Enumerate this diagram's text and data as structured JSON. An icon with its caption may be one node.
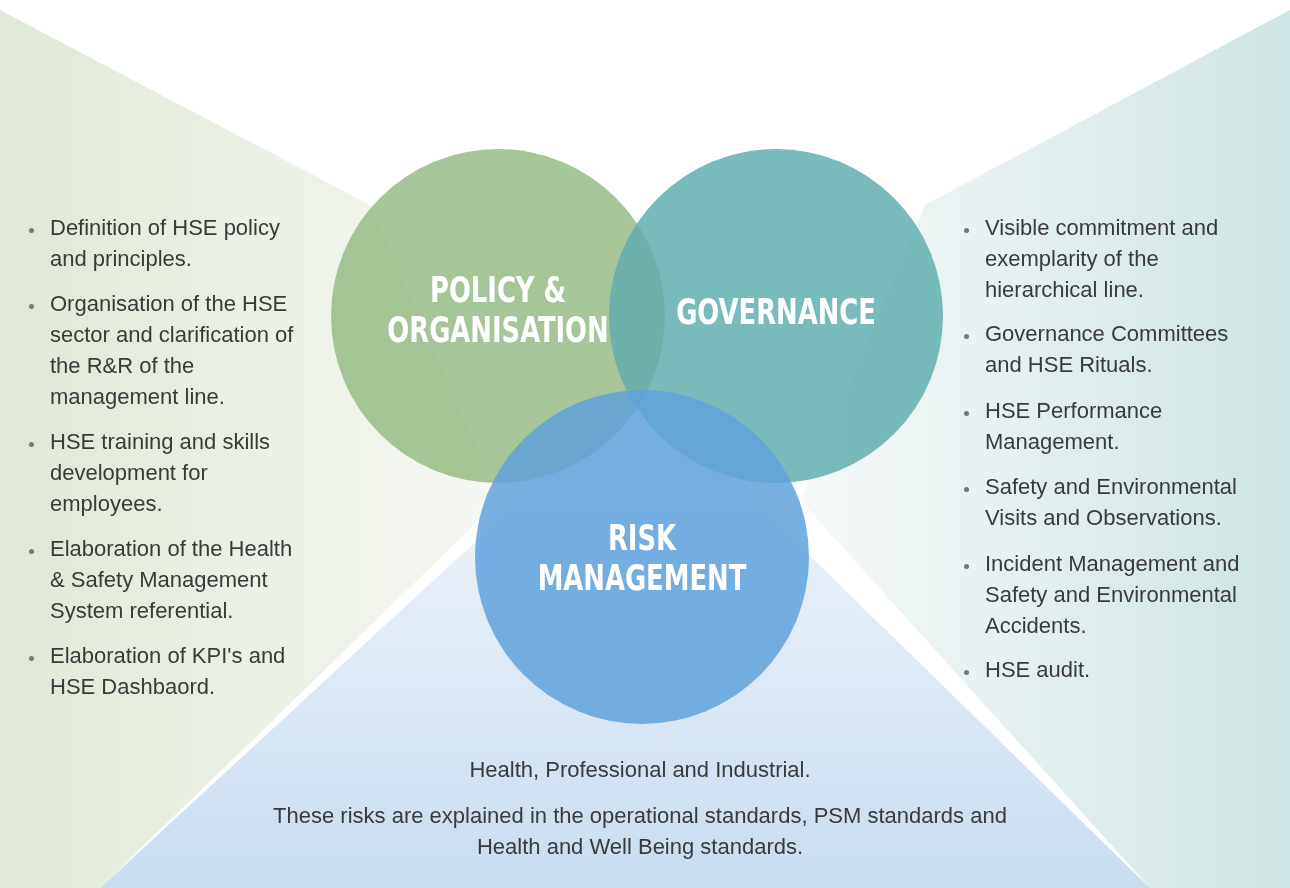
{
  "diagram": {
    "nodes": [
      {
        "text": [
          "Definition of HSE policy and principles.",
          "Organisation of the HSE sector and clarification of the R&R of the management line.",
          "HSE training and skills development for employees.",
          "Elaboration of the Health & Safety Management System referential.",
          "Elaboration of KPI's and HSE Dashbaord."
        ]
      },
      {
        "text": [
          "POLICY & ORGANISATION"
        ]
      },
      {
        "text": [
          "GOVERNANCE"
        ]
      },
      {
        "text": [
          "Visible commitment and exemplarity of the hierarchical line.",
          "Governance Committees and HSE Rituals.",
          "HSE Performance Management.",
          "Safety and Environmental Visits and Observations.",
          "Incident Management and Safety and Environmental Accidents.",
          "HSE audit."
        ]
      },
      {
        "text": [
          "RISK MANAGEMENT"
        ]
      },
      {
        "text": [
          "Health, Professional and Industrial.",
          "These risks are explained in the operational standards, PSM standards and Health and Well Being standards."
        ]
      }
    ]
  }
}
